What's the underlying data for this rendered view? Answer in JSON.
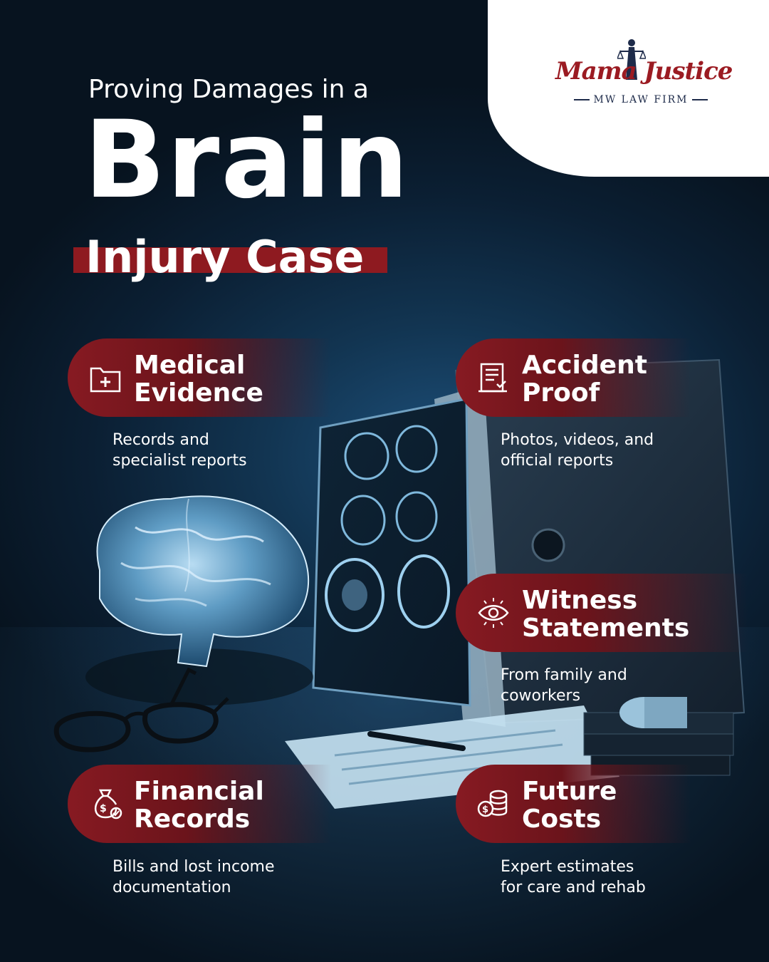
{
  "header": {
    "pre_title": "Proving Damages in a",
    "title": "Brain",
    "subtitle": "Injury Case"
  },
  "logo": {
    "name": "Mama Justice",
    "tagline": "MW LAW FIRM"
  },
  "features": [
    {
      "title_line1": "Medical",
      "title_line2": "Evidence",
      "desc_line1": "Records and",
      "desc_line2": "specialist reports",
      "icon": "medical-folder-icon"
    },
    {
      "title_line1": "Accident",
      "title_line2": "Proof",
      "desc_line1": "Photos, videos, and",
      "desc_line2": "official reports",
      "icon": "document-checklist-icon"
    },
    {
      "title_line1": "Witness",
      "title_line2": "Statements",
      "desc_line1": "From family and",
      "desc_line2": "coworkers",
      "icon": "eye-icon"
    },
    {
      "title_line1": "Financial",
      "title_line2": "Records",
      "desc_line1": "Bills and lost income",
      "desc_line2": "documentation",
      "icon": "money-bag-icon"
    },
    {
      "title_line1": "Future",
      "title_line2": "Costs",
      "desc_line1": "Expert estimates",
      "desc_line2": "for care and rehab",
      "icon": "coin-stack-icon"
    }
  ],
  "colors": {
    "accent": "#8e1a20",
    "background": "#0b1f33",
    "logo_red": "#9b1b22",
    "logo_navy": "#1e2b4a"
  }
}
